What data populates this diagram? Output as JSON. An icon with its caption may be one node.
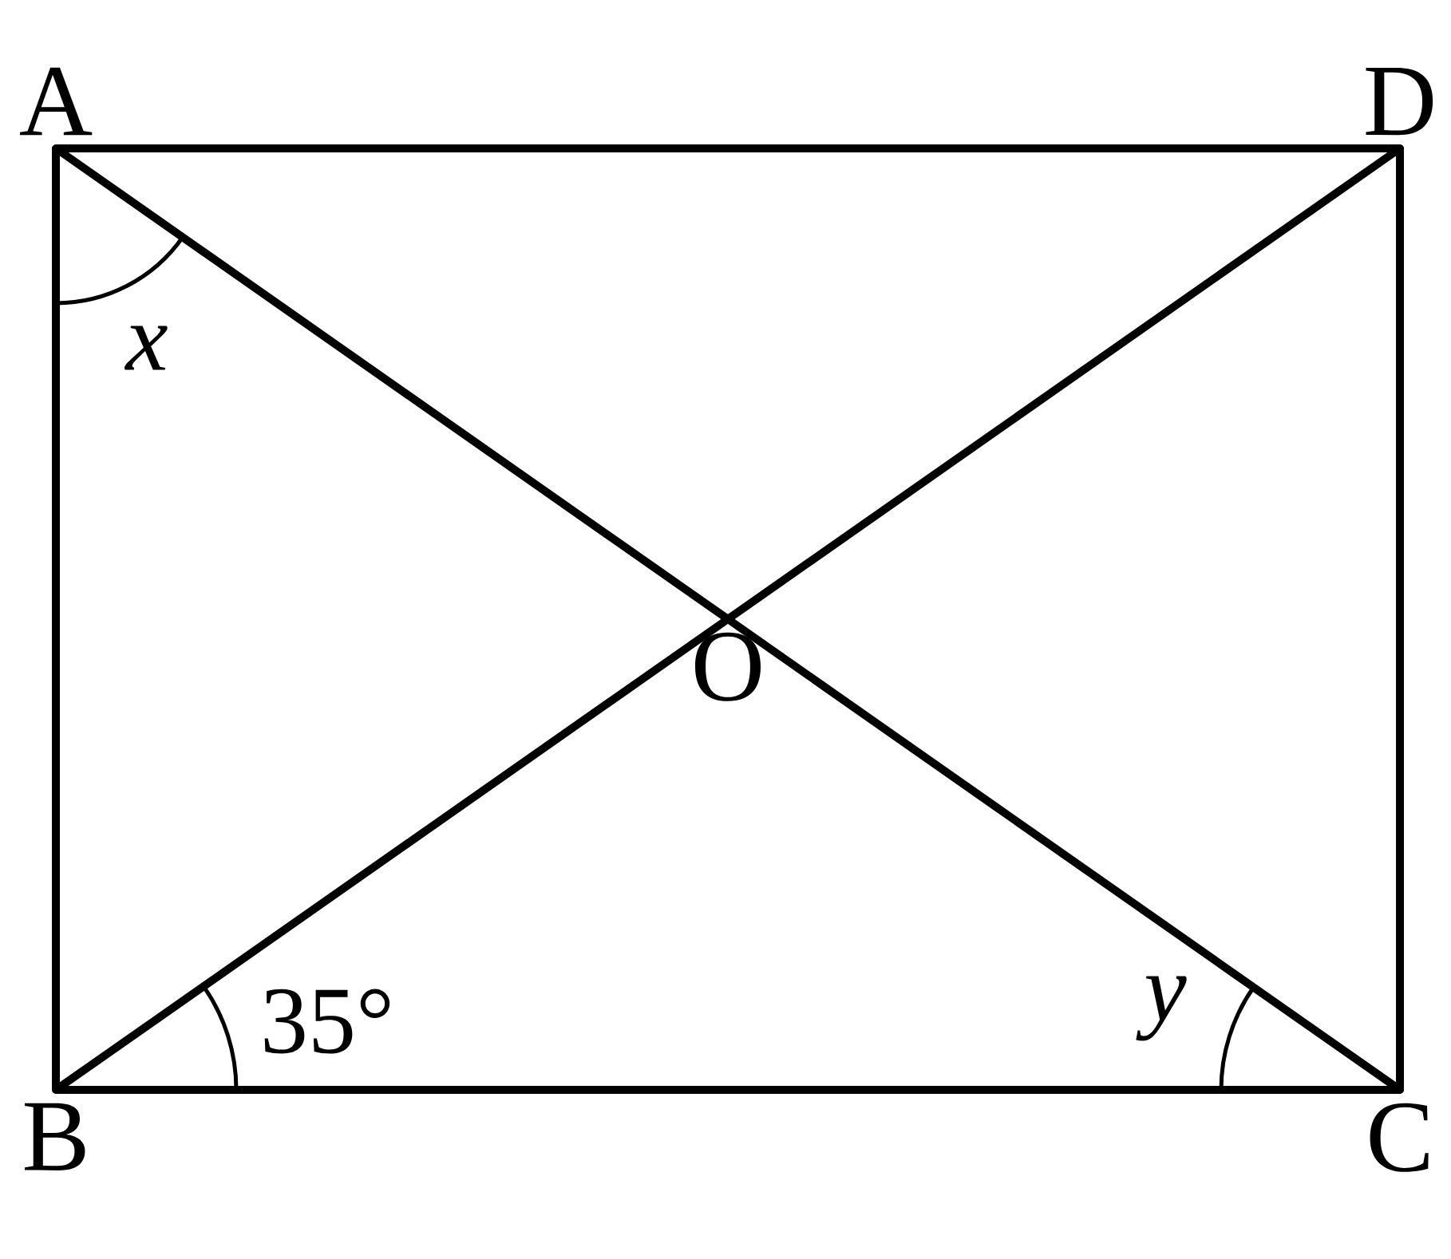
{
  "diagram": {
    "nodes": [
      {
        "text": [
          "A"
        ]
      },
      {
        "text": [
          "D"
        ]
      },
      {
        "text": [
          "O"
        ]
      },
      {
        "text": [
          "B"
        ]
      },
      {
        "text": [
          "C"
        ]
      }
    ],
    "edges": [
      {
        "from": 0,
        "to": 1,
        "arrow": "none"
      },
      {
        "from": 0,
        "to": 3,
        "arrow": "none"
      },
      {
        "from": 1,
        "to": 4,
        "arrow": "none"
      },
      {
        "from": 3,
        "to": 4,
        "arrow": "none"
      },
      {
        "from": 0,
        "to": 2,
        "arrow": "none"
      },
      {
        "from": 2,
        "to": 4,
        "arrow": "none"
      },
      {
        "from": 3,
        "to": 2,
        "arrow": "none"
      },
      {
        "from": 2,
        "to": 1,
        "arrow": "none"
      }
    ],
    "labels": [
      "x",
      "35°",
      "y"
    ]
  }
}
